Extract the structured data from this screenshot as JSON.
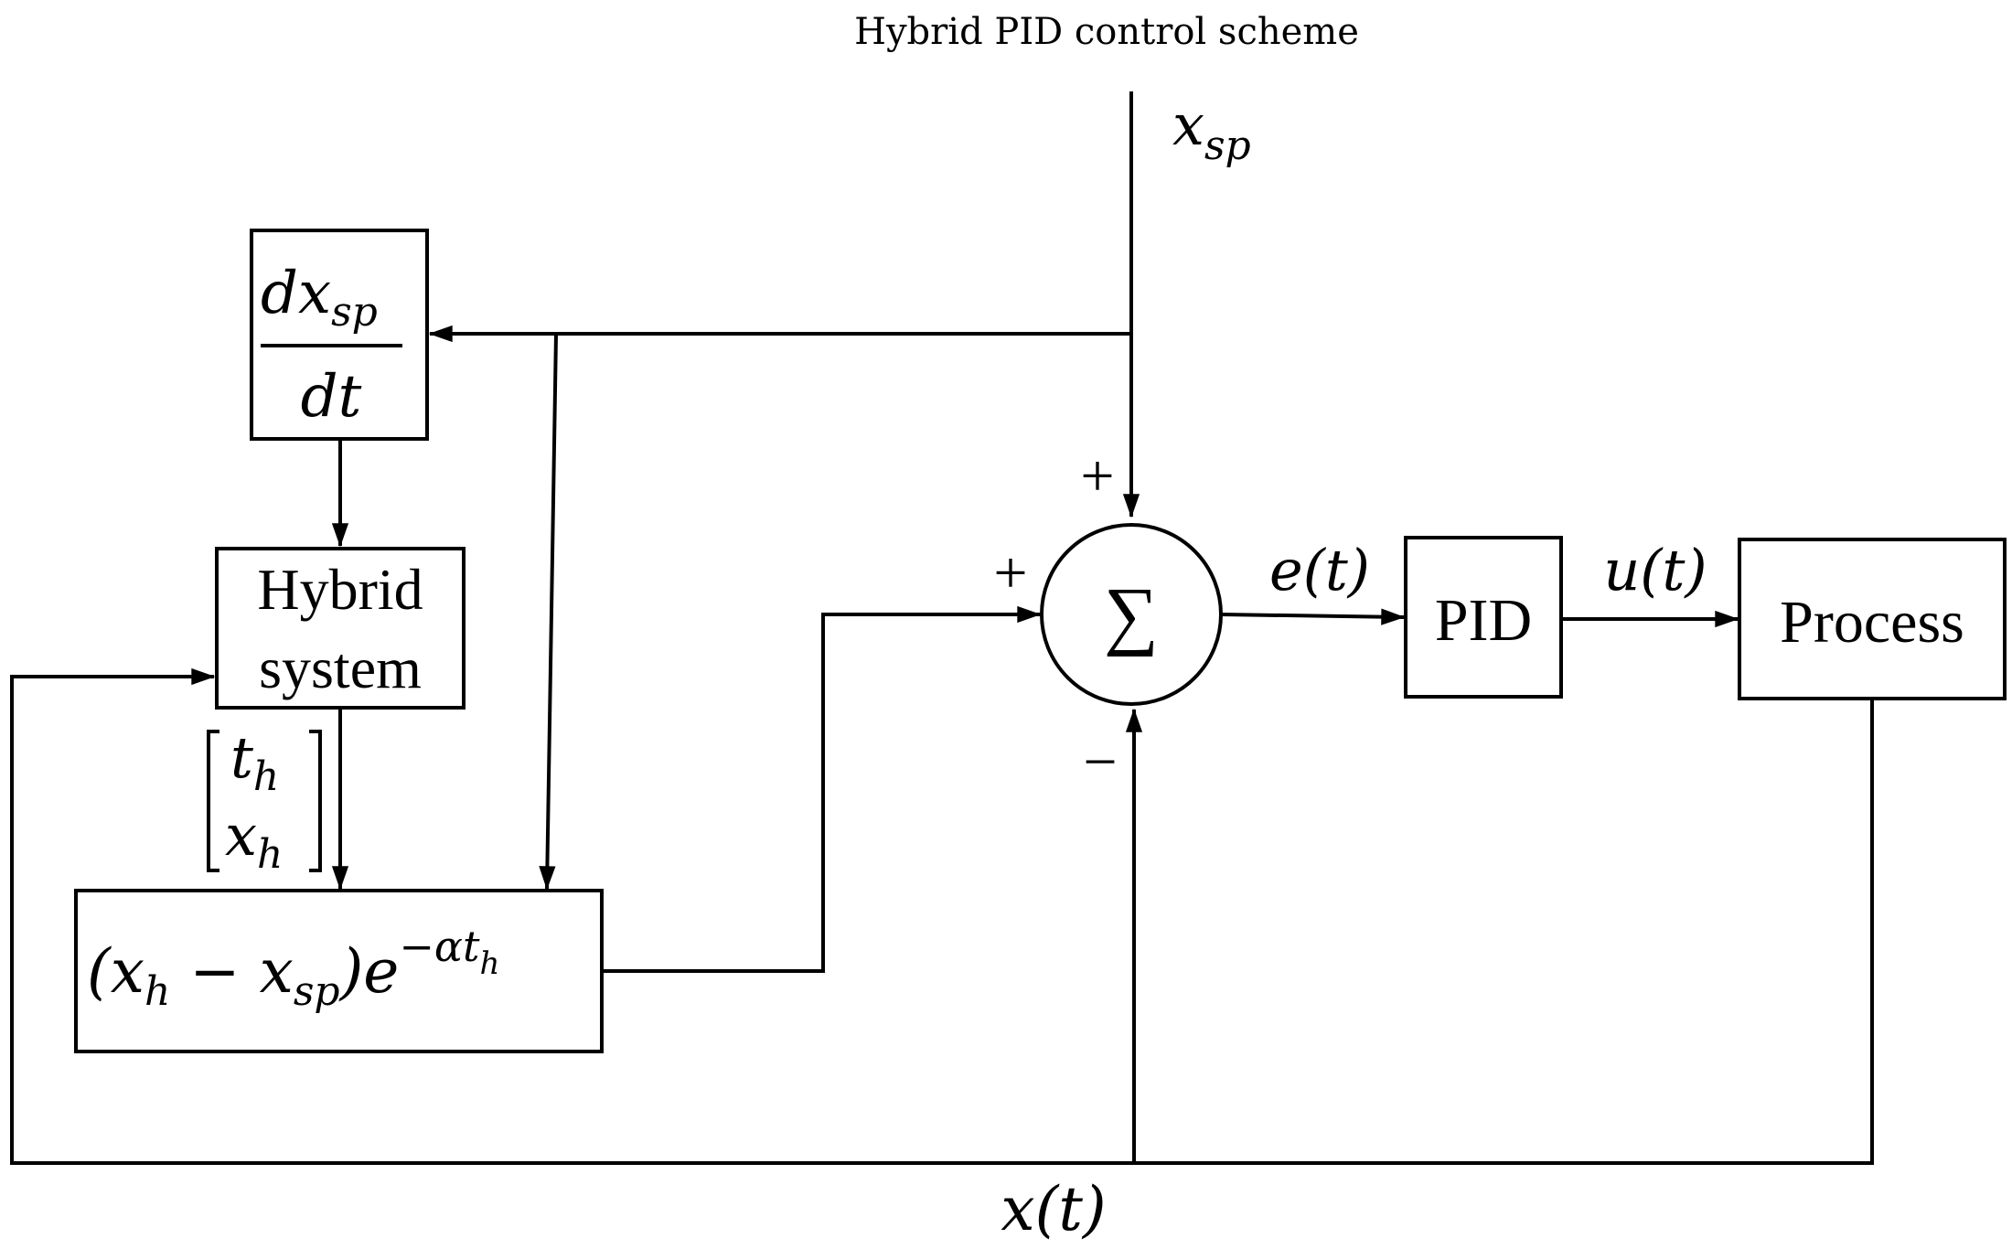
{
  "title": "Hybrid PID control scheme",
  "signals": {
    "setpoint": "x",
    "setpoint_sub": "sp",
    "error": "e(t)",
    "control": "u(t)",
    "output": "x(t)"
  },
  "blocks": {
    "derivative": {
      "num_d": "dx",
      "num_sub": "sp",
      "den": "dt"
    },
    "hybrid_system": {
      "line1": "Hybrid",
      "line2": "system"
    },
    "hybrid_state": {
      "t": "t",
      "t_sub": "h",
      "x": "x",
      "x_sub": "h"
    },
    "correction": {
      "open": "(x",
      "sub_h": "h",
      "minus": " − x",
      "sub_sp": "sp",
      "close": ")e",
      "exp": "−αt",
      "exp_sub": "h"
    },
    "summer": {
      "symbol": "∑"
    },
    "pid": {
      "label": "PID"
    },
    "process": {
      "label": "Process"
    }
  },
  "summer_signs": {
    "top": "+",
    "left": "+",
    "bottom": "−"
  }
}
